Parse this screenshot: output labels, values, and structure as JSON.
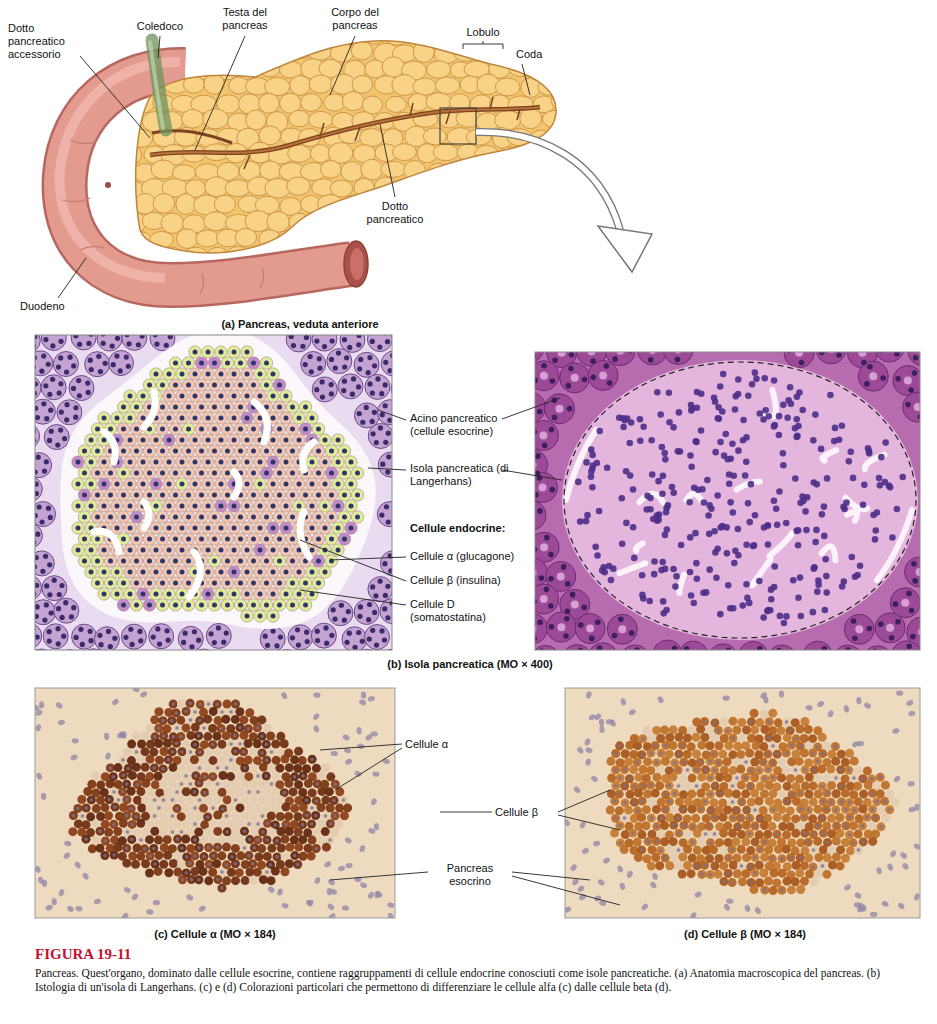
{
  "diagram": {
    "title": "FIGURA 19-11",
    "caption": "Pancreas. Quest'organo, dominato dalle cellule esocrine, contiene raggruppamenti di cellule endocrine conosciuti come isole pancreatiche. (a) Anatomia macroscopica del pancreas. (b) Istologia di un'isola di Langerhans. (c) e (d) Colorazioni particolari che permettono di differenziare le cellule alfa (c) dalle cellule beta (d).",
    "labels": [
      "Dotto pancreatico accessorio",
      "Coledoco",
      "Testa del pancreas",
      "Corpo del pancreas",
      "Lobulo",
      "Coda",
      "Dotto pancreatico",
      "Duodeno",
      "(a) Pancreas, veduta anteriore",
      "Acino pancreatico (cellule esocrine)",
      "Isola pancreatica (di Langerhans)",
      "Cellule endocrine:",
      "Cellule α (glucagone)",
      "Cellule β (insulina)",
      "Cellule D (somatostatina)",
      "(b) Isola pancreatica (MO × 400)",
      "Cellule α",
      "Cellule β",
      "Pancreas esocrino",
      "(c) Cellule α (MO × 184)",
      "(d) Cellule β (MO × 184)"
    ]
  }
}
